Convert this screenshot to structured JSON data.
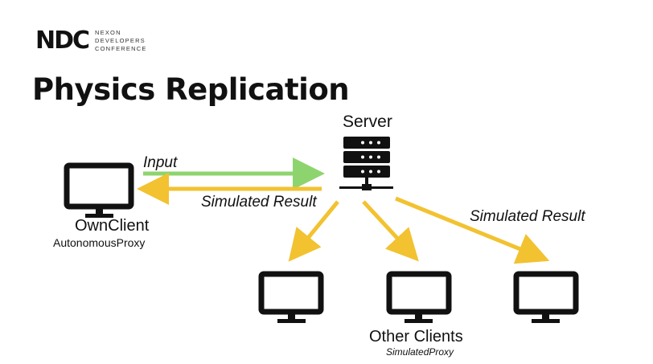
{
  "logo": {
    "mark": "NDC",
    "lines": [
      "NEXON",
      "DEVELOPERS",
      "CONFERENCE"
    ]
  },
  "title": "Physics Replication",
  "server": {
    "label": "Server"
  },
  "own_client": {
    "name": "OwnClient",
    "role": "AutonomousProxy"
  },
  "other_clients": {
    "name": "Other Clients",
    "role": "SimulatedProxy"
  },
  "arrows": {
    "input_label": "Input",
    "result_label_left": "Simulated Result",
    "result_label_right": "Simulated Result"
  },
  "colors": {
    "input_arrow": "#8ed46e",
    "result_arrow": "#f2c230",
    "icon": "#111111"
  }
}
